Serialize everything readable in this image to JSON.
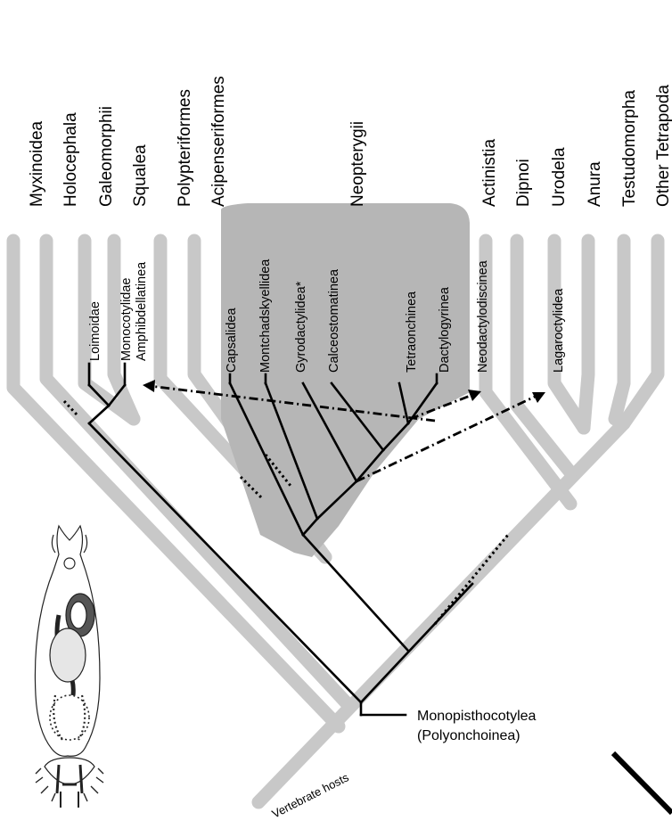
{
  "host_taxa": [
    "Myxinoidea",
    "Holocephala",
    "Galeomorphii",
    "Squalea",
    "Polypteriformes",
    "Acipenseriformes",
    "Neopterygii",
    "Actinistia",
    "Dipnoi",
    "Urodela",
    "Anura",
    "Testudomorpha",
    "Other Tetrapoda"
  ],
  "parasite_taxa": [
    "Loimoidae",
    "Monocotylidae",
    "Amphibdellatinea",
    "Capsalidea",
    "Montchadskyellidea",
    "Gyrodactylidea*",
    "Calceostomatinea",
    "Tetraonchinea",
    "Dactylogyrinea",
    "Neodactylodiscinea",
    "Lagaroctylidea"
  ],
  "clade_label": [
    "Monopisthocotylea",
    "(Polyonchoinea)"
  ],
  "axis_label": "Vertebrate hosts",
  "colors": {
    "host_tree": "#c8c8c8",
    "neopterygii_box": "#b6b6b6",
    "parasite_tree": "#000000"
  },
  "icons": {
    "specimen": "monogenean-specimen-drawing"
  }
}
